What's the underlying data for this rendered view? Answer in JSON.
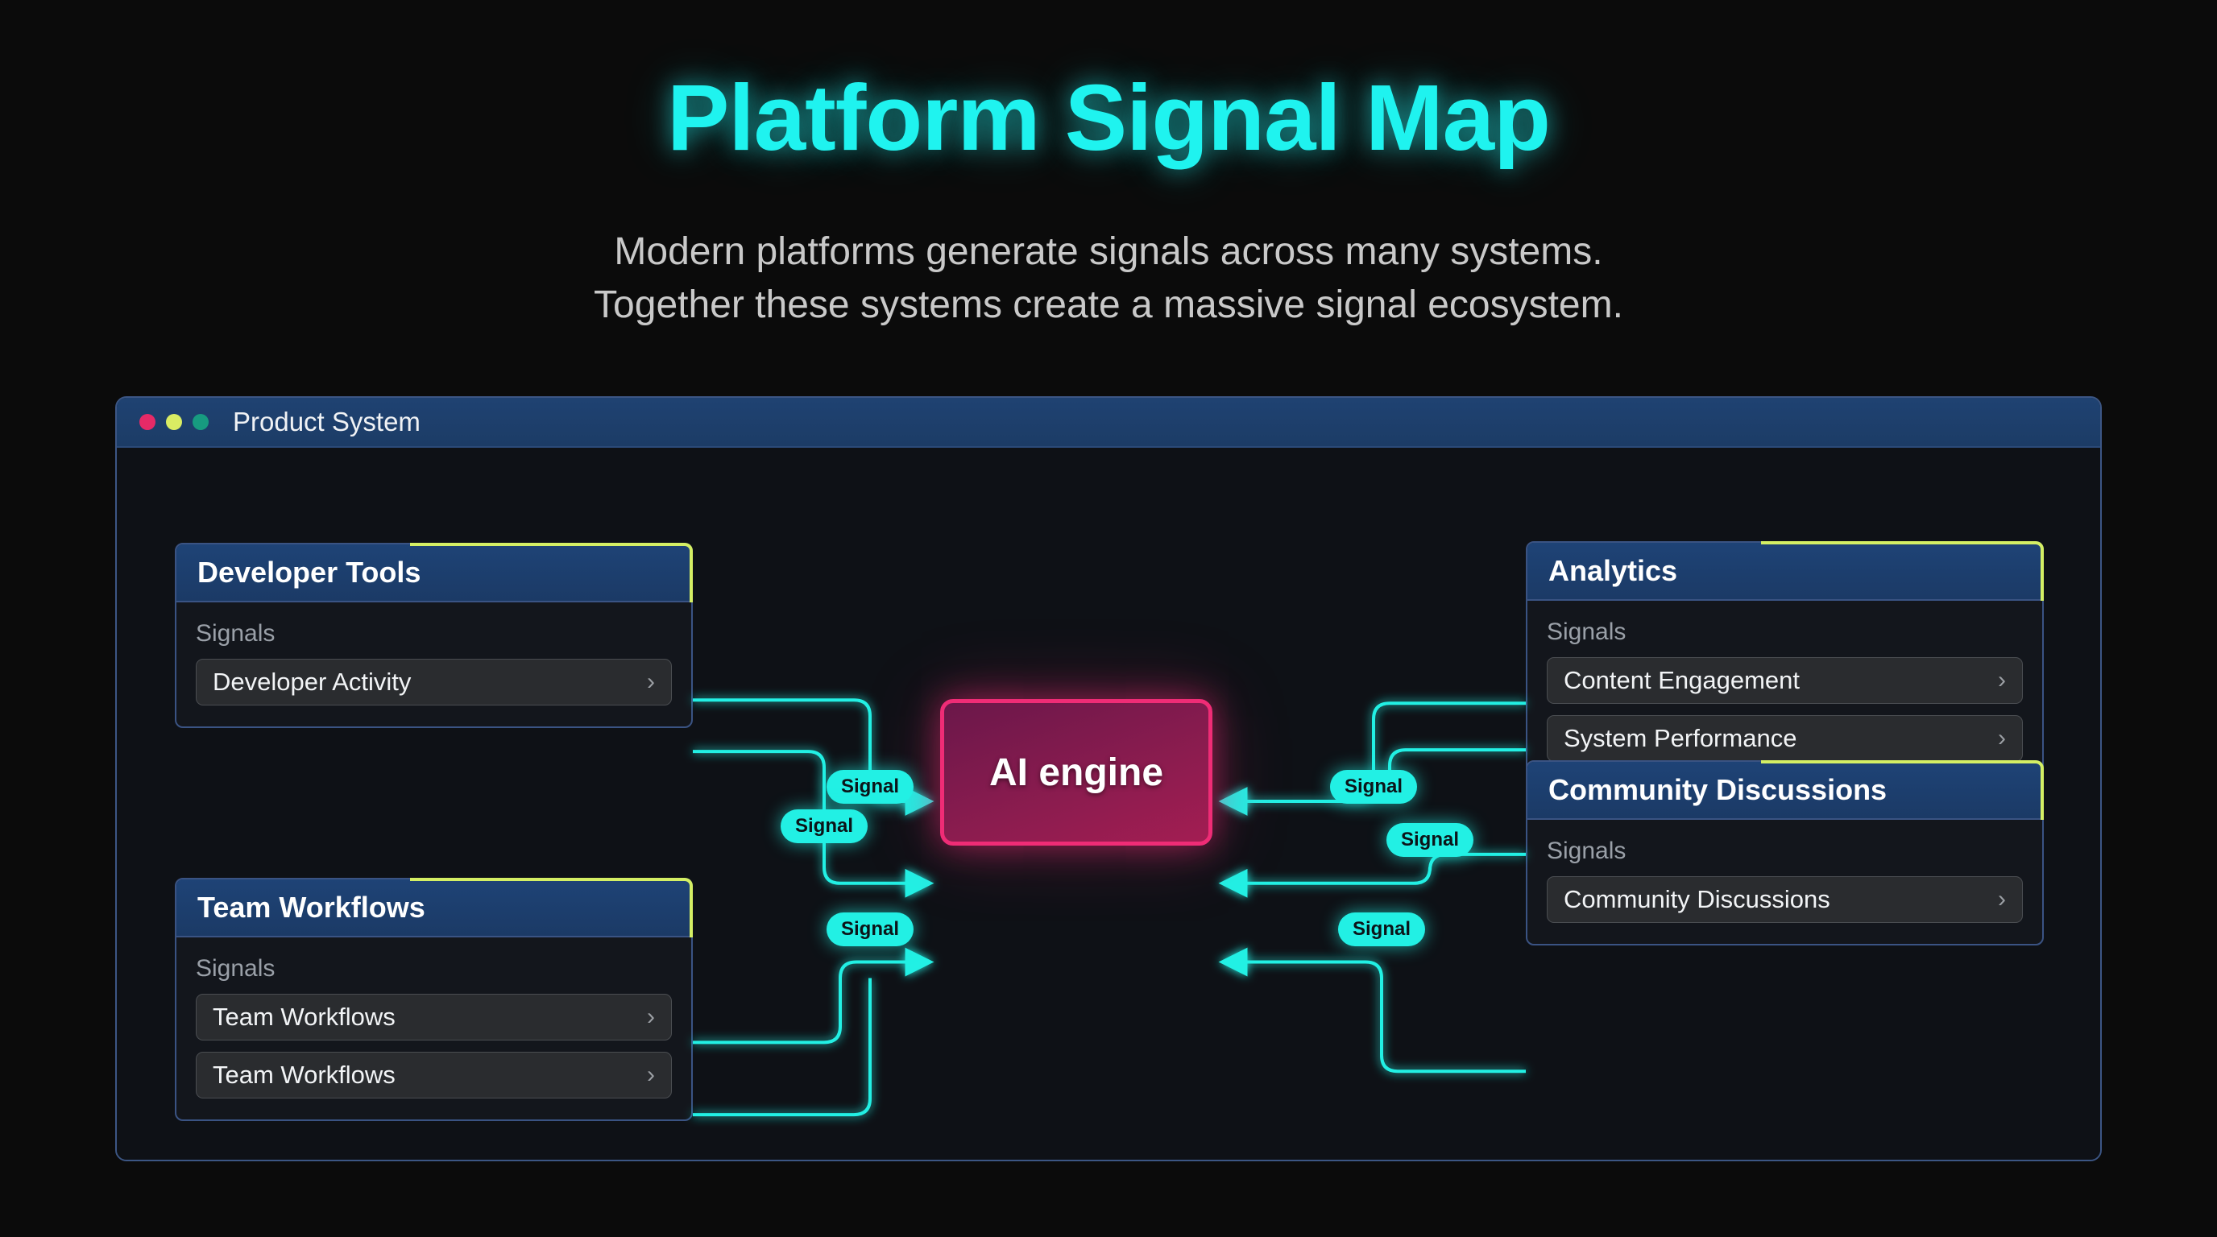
{
  "header": {
    "title": "Platform Signal Map",
    "subtitle_line1": "Modern platforms generate signals across many systems.",
    "subtitle_line2": "Together these systems create a massive signal ecosystem."
  },
  "window": {
    "title": "Product System",
    "traffic_lights": [
      "close-dot",
      "minimize-dot",
      "maximize-dot"
    ]
  },
  "center_node": {
    "label": "AI engine"
  },
  "signals_section_label": "Signals",
  "chevron_glyph": "›",
  "cards": [
    {
      "id": "card-dev",
      "title": "Developer Tools",
      "signals_label": "Signals",
      "rows": [
        {
          "label": "Developer Activity"
        }
      ]
    },
    {
      "id": "card-team",
      "title": "Team Workflows",
      "signals_label": "Signals",
      "rows": [
        {
          "label": "Team Workflows"
        },
        {
          "label": "Team Workflows"
        }
      ]
    },
    {
      "id": "card-anl",
      "title": "Analytics",
      "signals_label": "Signals",
      "rows": [
        {
          "label": "Content Engagement"
        },
        {
          "label": "System Performance"
        }
      ]
    },
    {
      "id": "card-comm",
      "title": "Community Discussions",
      "signals_label": "Signals",
      "rows": [
        {
          "label": "Community Discussions"
        }
      ]
    }
  ],
  "edge_pills": [
    {
      "label": "Signal"
    },
    {
      "label": "Signal"
    },
    {
      "label": "Signal"
    },
    {
      "label": "Signal"
    },
    {
      "label": "Signal"
    },
    {
      "label": "Signal"
    }
  ],
  "colors": {
    "background": "#0b0b0b",
    "title_cyan": "#1ff3ef",
    "subtitle_gray": "#c9c9c9",
    "window_border": "#3c5684",
    "titlebar_blue": "#1f4272",
    "card_header_blue": "#1e4376",
    "card_accent_lime": "#d4ef64",
    "signal_row_bg": "#2a2c2f",
    "edge_cyan": "#22f0e4",
    "engine_border_pink": "#ef2c76",
    "engine_fill": "#8c1c4f",
    "dot_red": "#e62a67",
    "dot_yellow": "#d9ec63",
    "dot_green": "#179b80"
  }
}
